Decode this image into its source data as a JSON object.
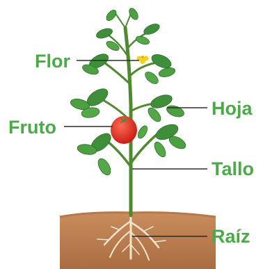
{
  "labels": {
    "flor": "Flor",
    "fruto": "Fruto",
    "hoja": "Hoja",
    "tallo": "Tallo",
    "raiz": "Raíz"
  },
  "colors": {
    "label_text": "#4aaa45",
    "leader_line": "#2b2b2b",
    "stem": "#4f8a2e",
    "leaf": "#3f8f3a",
    "leaf_light": "#6cc05a",
    "fruit": "#d92b1f",
    "flower": "#f2d21e",
    "soil": "#c98c5d",
    "soil_dark": "#a96d40",
    "root": "#f3e6cf"
  }
}
